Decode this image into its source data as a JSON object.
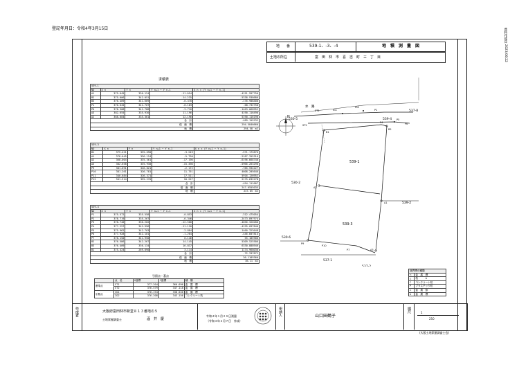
{
  "header": {
    "registration_date": "登記年月日：令和4年3月15日",
    "side_stamp": "資料作成日 2023/06/22"
  },
  "title_block": {
    "lot_label": "地　　番",
    "lot_value": "539-1、-3、-4",
    "survey_title": "地　積　測　量　図",
    "location_label": "土地の所在",
    "location_value": "富　田　林　市　喜　志　町　三　丁　目"
  },
  "calc_tables": {
    "main_title": "求積表",
    "col_headers": [
      "NO",
      "X n",
      "Y n",
      "Y n+1 − Y n-1",
      "X n × (Y n+1 − Y n-1)"
    ],
    "t1": {
      "name": "539-1",
      "rows": [
        [
          "A1",
          "375.645",
          "336.124",
          "-11.054",
          "-4151.997750"
        ],
        [
          "B2",
          "375.006",
          "342.051",
          "-14.235",
          "-5338.938686"
        ],
        [
          "B3",
          "376.409",
          "341.669",
          "-0.470",
          "-176.908400"
        ],
        [
          "P1",
          "376.645",
          "341.707",
          "-0.183",
          "-68.732750"
        ],
        [
          "P6",
          "378.308",
          "341.788",
          "-3.710",
          "-1403.068952"
        ],
        [
          "A3",
          "382.655",
          "335.930",
          "11.196",
          "4190.116490"
        ],
        [
          "A2",
          "368.004",
          "335.361",
          "12.196",
          "5190.116190"
        ]
      ],
      "sum_label": "合　計",
      "sum_value": "-489.155232",
      "area2_label": "倍　面　積",
      "area2_value": "294.5846660",
      "area_label": "地　積",
      "area_value": "294.58　m2"
    },
    "t2": {
      "name": "539-3",
      "rows": [
        [
          "B1",
          "375.421",
          "335.690",
          "-3.249",
          "-571.172876"
        ],
        [
          "A1",
          "378.645",
          "336.124",
          "-5.790",
          "-2187.355316"
        ],
        [
          "A2",
          "368.004",
          "335.361",
          "-17.190",
          "-6196.668740"
        ],
        [
          "A3",
          "382.658",
          "335.930",
          "-15.498",
          "-5966.263290"
        ],
        [
          "P9",
          "381.691",
          "326.821",
          "-2.172",
          "-785.594227"
        ],
        [
          "P10",
          "381.261",
          "326.781",
          "11.751",
          "4608.205646"
        ],
        [
          "P11",
          "340.684",
          "326.371",
          "17.511",
          "5916.126952"
        ],
        [
          "P12",
          "341.314",
          "335.270",
          "10.227",
          "2175.632278"
        ]
      ],
      "sum_label": "合　計",
      "sum_value": "-494.111007",
      "area2_label": "倍　面　積",
      "area2_value": "247.0555035",
      "area_label": "地　積",
      "area_value": "247.05　m2"
    },
    "t3": {
      "name": "539-4",
      "rows": [
        [
          "P1",
          "375.572",
          "335.558",
          "-0.853",
          "-312.475054"
        ],
        [
          "P2",
          "378.719",
          "335.267",
          "-6.346",
          "-2473.897974"
        ],
        [
          "P3",
          "378.740",
          "336.202",
          "-12.300",
          "-4656.320280"
        ],
        [
          "P4",
          "377.257",
          "342.996",
          "-11.120",
          "-4195.097840"
        ],
        [
          "P5",
          "375.962",
          "342.703",
          "-3.884",
          "-1460.323648"
        ],
        [
          "P6",
          "377.928",
          "342.101",
          "-1.264",
          "-446.607814"
        ],
        [
          "P7",
          "378.150",
          "341.950",
          "0.146",
          "55.185900"
        ],
        [
          "B2",
          "376.586",
          "342.267",
          "14.145",
          "5309.525506"
        ],
        [
          "B3",
          "376.409",
          "336.134",
          "16.837",
          "6330.888946"
        ],
        [
          "B1",
          "375.424",
          "269.090",
          "3.114",
          "1174.968030"
        ]
      ],
      "sum_label": "合　計",
      "sum_value": "-72.337872",
      "area2_label": "倍　面　積",
      "area2_value": "36.1189360",
      "area_label": "地　積",
      "area_value": "36.11　m2"
    }
  },
  "coord_table": {
    "title": "引照点・基点",
    "headers": [
      "点　名",
      "X座標",
      "Y座標",
      "種　類"
    ],
    "group1": "基準点",
    "group2": "引照点",
    "rows": [
      [
        "ST1",
        "377.204",
        "360.096",
        "金　属　標"
      ],
      [
        "ST2",
        "376.579",
        "347.118",
        "金　属　標"
      ],
      [
        "IG1",
        "376.194",
        "338.540",
        "金　属　標"
      ],
      [
        "IG2",
        "376.208",
        "343.156",
        "コンクリート杭"
      ]
    ]
  },
  "legend": {
    "title": "境界標の種類",
    "rows": [
      [
        "○",
        "金　属　標"
      ],
      [
        "△",
        "杭　　　A"
      ],
      [
        "C",
        "コンクリート杭"
      ],
      [
        "P",
        "プラスチック杭"
      ],
      [
        "◇",
        "金　属　鋲"
      ],
      [
        "⊕",
        "金　属　標"
      ]
    ]
  },
  "drawing": {
    "labels": {
      "main_parcel": "539-1",
      "lower_parcel": "539-3",
      "top_left": "530-5",
      "top_right": "537-8",
      "top_center": "539-4",
      "left_mid": "530-2",
      "right_lower": "539-2",
      "bottom_left": "537-1",
      "bottom_right": "537-2",
      "far_left": "530-6",
      "water": "水　路",
      "north": "N"
    },
    "station_labels": [
      "ST2",
      "ST1",
      "IG1",
      "IG2",
      "B1",
      "B2",
      "A1",
      "A2",
      "A3",
      "P1",
      "P4",
      "P5",
      "P6",
      "P7",
      "P9",
      "P10"
    ]
  },
  "footer": {
    "creator_label": "作成者",
    "address": "大阪府富田林市新堂８１３番地の５",
    "surveyor_label": "土地家屋調査士",
    "surveyor_name": "酒　井　慶",
    "date_line1": "令和４年１月２９日測量",
    "date_line2": "（令和４年２月７日　作成）",
    "applicant_label": "申請人",
    "applicant_name": "山口田鶴子",
    "scale_label": "縮尺",
    "scale_value1": "1",
    "scale_value2": "250",
    "association": "(大阪土地家屋調査士会)"
  }
}
